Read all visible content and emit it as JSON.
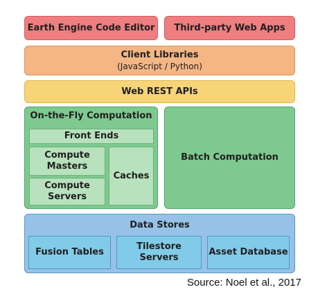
{
  "top_apps": [
    "Earth Engine Code Editor",
    "Third-party Web Apps"
  ],
  "client_libraries": {
    "title": "Client Libraries",
    "subtitle": "(JavaScript / Python)"
  },
  "web_rest_apis": "Web REST APIs",
  "on_the_fly": {
    "title": "On-the-Fly Computation",
    "front_ends": "Front Ends",
    "compute_masters": "Compute Masters",
    "compute_servers": "Compute Servers",
    "caches": "Caches"
  },
  "batch_computation": "Batch Computation",
  "data_stores": {
    "title": "Data Stores",
    "items": [
      "Fusion Tables",
      "Tilestore Servers",
      "Asset Database"
    ]
  },
  "source": "Source: Noel et al., 2017"
}
